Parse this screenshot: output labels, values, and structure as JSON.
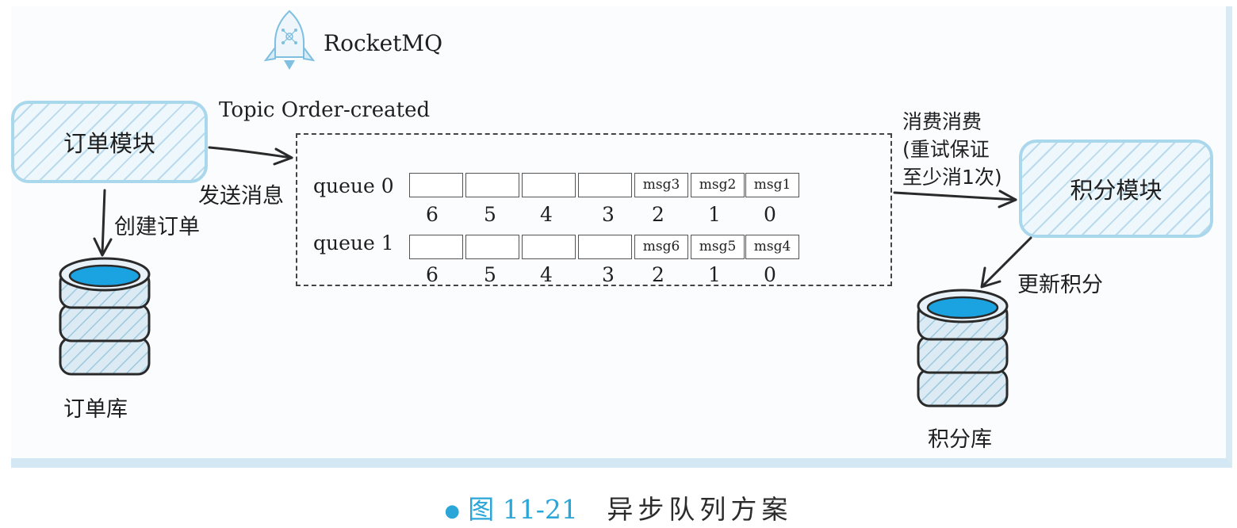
{
  "brand": {
    "name": "RocketMQ"
  },
  "producer": {
    "label": "订单模块"
  },
  "consumer": {
    "label": "积分模块"
  },
  "topic": {
    "label": "Topic Order-created"
  },
  "arrows": {
    "send": "发送消息",
    "create": "创建订单",
    "consume_lines": [
      "消费消费",
      "(重试保证",
      "至少消1次)"
    ],
    "update": "更新积分"
  },
  "queues": [
    {
      "label": "queue 0",
      "cells": [
        "",
        "",
        "",
        "",
        "msg3",
        "msg2",
        "msg1"
      ],
      "indices": [
        "6",
        "5",
        "4",
        "3",
        "2",
        "1",
        "0"
      ]
    },
    {
      "label": "queue 1",
      "cells": [
        "",
        "",
        "",
        "",
        "msg6",
        "msg5",
        "msg4"
      ],
      "indices": [
        "6",
        "5",
        "4",
        "3",
        "2",
        "1",
        "0"
      ]
    }
  ],
  "databases": {
    "order_db": "订单库",
    "points_db": "积分库"
  },
  "caption": {
    "number": "图 11-21",
    "title": "异步队列方案"
  },
  "colors": {
    "accent": "#2aa6d8",
    "module_border": "#a9d7ec",
    "db_top": "#1aa3e0"
  }
}
